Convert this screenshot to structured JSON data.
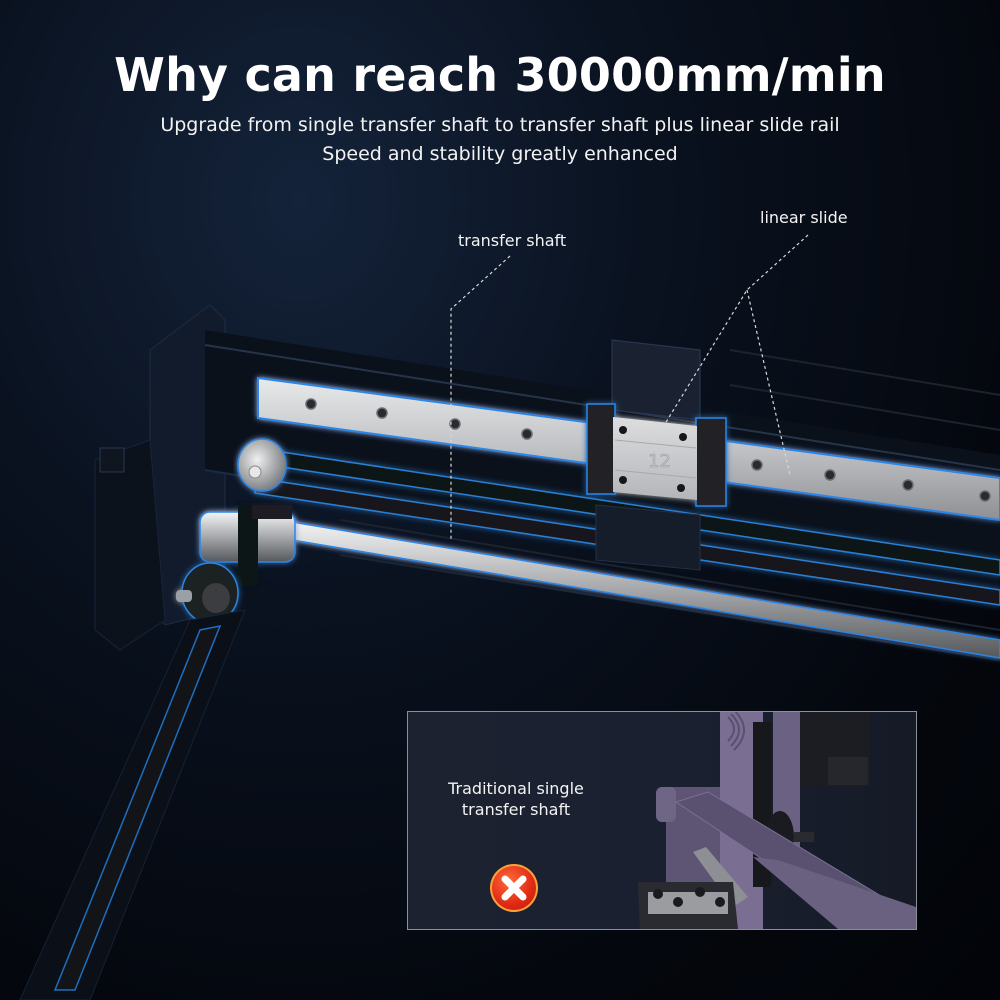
{
  "header": {
    "title": "Why can reach 30000mm/min",
    "subtitle_line1": "Upgrade from single transfer shaft to transfer shaft plus linear slide rail",
    "subtitle_line2": "Speed and stability greatly enhanced"
  },
  "callouts": {
    "transfer_shaft": "transfer shaft",
    "linear_slide": "linear slide"
  },
  "slider_block_marking": "12",
  "comparison_inset": {
    "label_line1": "Traditional single",
    "label_line2": "transfer shaft",
    "status_icon": "cross-mark-icon"
  },
  "colors": {
    "background": "#04070d",
    "glow": "#1e78d8",
    "rail": "#c9cacc",
    "error_badge": "#e02a14",
    "inset_machine": "#6b6182"
  }
}
